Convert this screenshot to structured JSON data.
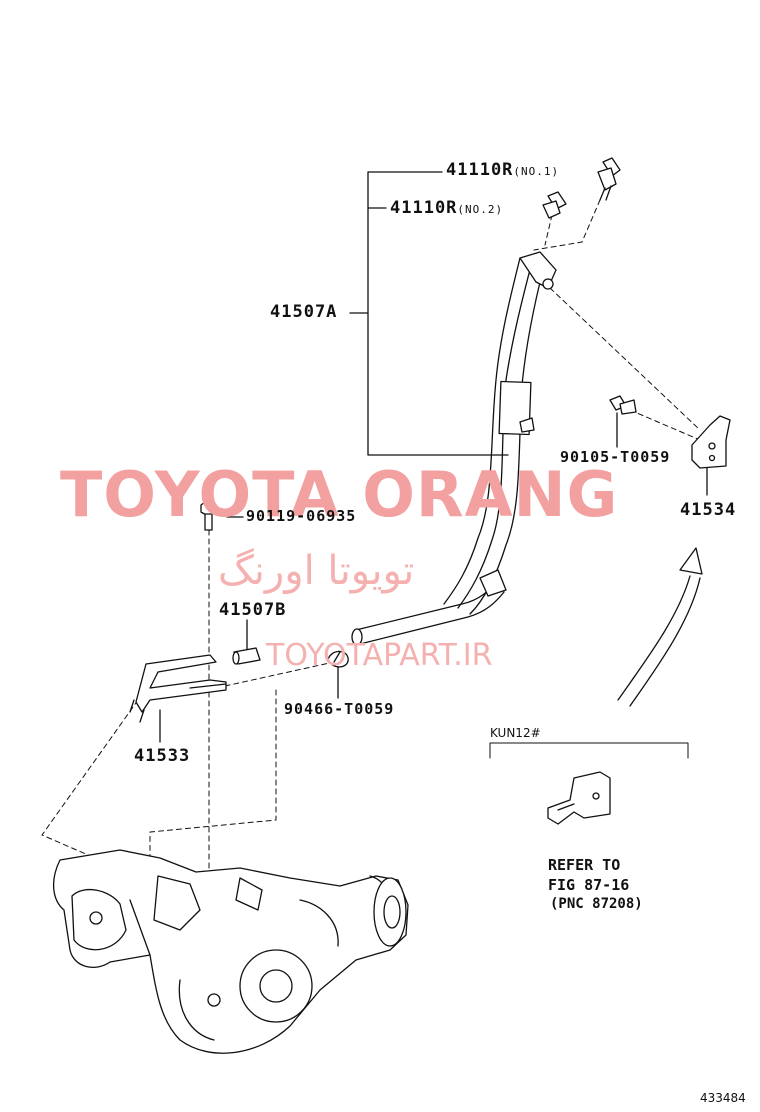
{
  "parts": {
    "p41110r_no1": "41110R",
    "p41110r_no1_suffix": "(NO.1)",
    "p41110r_no2": "41110R",
    "p41110r_no2_suffix": "(NO.2)",
    "p41507a": "41507A",
    "p90105": "90105-T0059",
    "p41534": "41534",
    "p90119": "90119-06935",
    "p41507b": "41507B",
    "p90466": "90466-T0059",
    "p41533": "41533"
  },
  "variant": {
    "code": "KUN12#",
    "refer_line1": "REFER TO",
    "refer_line2": "FIG 87-16",
    "refer_line3": "(PNC 87208)"
  },
  "watermark": {
    "brand": "TOYOTA ORANG",
    "persian": "تویوتا اورنگ",
    "site": "TOYOTAPART.IR",
    "color": "#f08a8a"
  },
  "diagram_id": "433484"
}
